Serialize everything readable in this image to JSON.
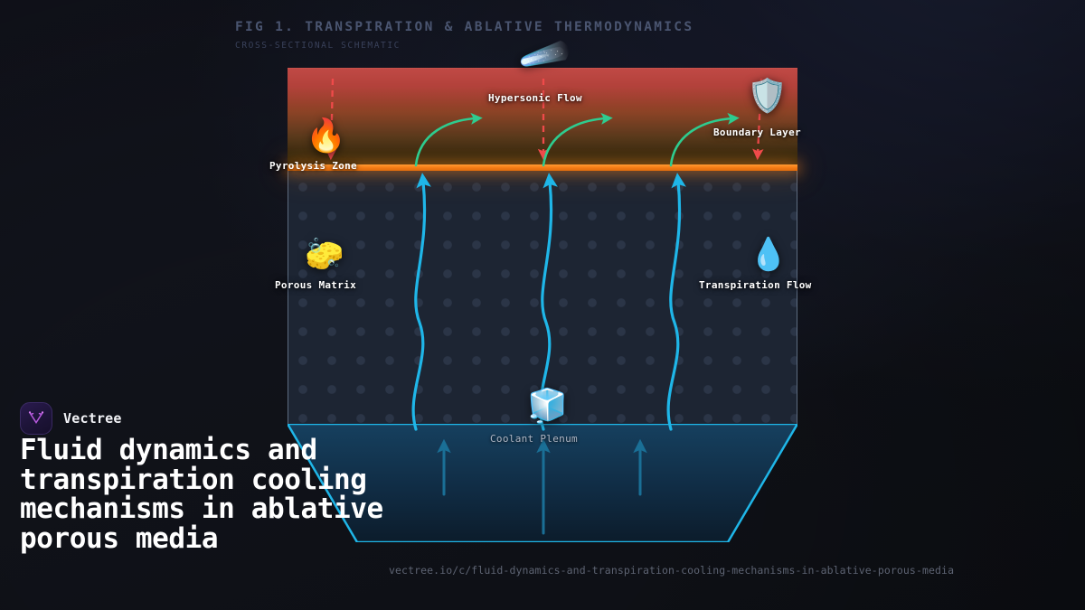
{
  "figure": {
    "title": "FIG 1. TRANSPIRATION & ABLATIVE THERMODYNAMICS",
    "subtitle": "CROSS-SECTIONAL SCHEMATIC"
  },
  "diagram": {
    "type": "cross-sectional schematic",
    "zones": [
      {
        "id": "hot-gas",
        "label": "Hypersonic Flow",
        "icon": "comet-icon",
        "icon_glyph": "☄️"
      },
      {
        "id": "boundary",
        "label": "Boundary Layer",
        "icon": "shield-icon",
        "icon_glyph": "🛡️"
      },
      {
        "id": "pyrolysis",
        "label": "Pyrolysis Zone",
        "icon": "fire-icon",
        "icon_glyph": "🔥"
      },
      {
        "id": "matrix",
        "label": "Porous Matrix",
        "icon": "sponge-icon",
        "icon_glyph": "🧽"
      },
      {
        "id": "transpiration",
        "label": "Transpiration Flow",
        "icon": "droplet-icon",
        "icon_glyph": "💧"
      },
      {
        "id": "plenum",
        "label": "Coolant Plenum",
        "icon": "ice-cube-icon",
        "icon_glyph": "🧊"
      }
    ],
    "colors": {
      "hot_gas_top": "#bb3b37",
      "hot_gas_bottom": "#23200c",
      "ablation_line": "#f5821f",
      "matrix_fill": "#1d2533",
      "matrix_pore": "#2b3547",
      "coolant_arrow": "#1fb6e8",
      "ejecta_arrow": "#2ecc8f",
      "heat_arrow": "#ef4a4a",
      "plenum_fill": "#123049"
    }
  },
  "brand": {
    "name": "Vectree",
    "logo_icon": "vectree-logo-icon"
  },
  "article": {
    "title": "Fluid dynamics and transpiration cooling mechanisms in ablative porous media",
    "url": "vectree.io/c/fluid-dynamics-and-transpiration-cooling-mechanisms-in-ablative-porous-media"
  }
}
